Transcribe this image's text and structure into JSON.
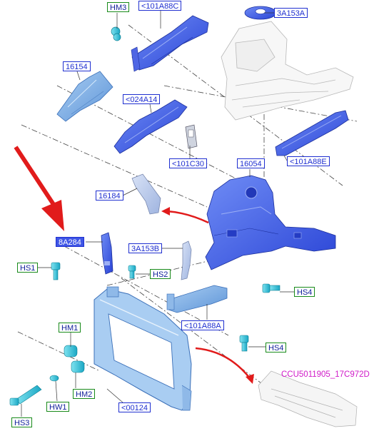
{
  "colors": {
    "part_blue": "#3a5ae8",
    "light_blue": "#7fb0e6",
    "bracket_blue": "#b8c8ec",
    "fastener_cyan": "#2fc4d8",
    "label_blue": "#1f2fd0",
    "label_green": "#188a1a",
    "label_magenta": "#d01ac8",
    "arrow_red": "#e11b1b"
  },
  "labels": {
    "hm3": "HM3",
    "p101a88c": "<101A88C",
    "p3a153a": "3A153A",
    "p16154": "16154",
    "p024a14": "<024A14",
    "p101c30": "<101C30",
    "p16054": "16054",
    "p101a88e": "<101A88E",
    "p16184": "16184",
    "p8a284": "8A284",
    "p3a153b": "3A153B",
    "hs1": "HS1",
    "hs2": "HS2",
    "hs4a": "HS4",
    "p101a88a": "<101A88A",
    "hm1": "HM1",
    "hs4b": "HS4",
    "hm2": "HM2",
    "p00124": "<00124",
    "hw1": "HW1",
    "hs3": "HS3",
    "ref_code": "CCU5011905_17C972D"
  }
}
